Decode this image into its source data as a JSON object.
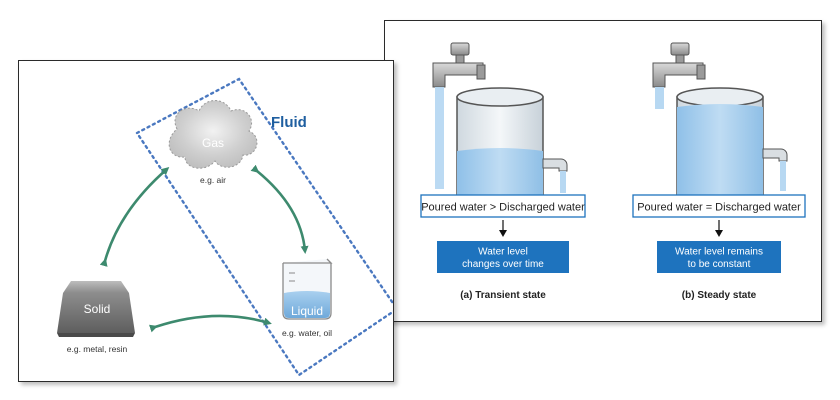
{
  "left": {
    "fluid_label": "Fluid",
    "gas_label": "Gas",
    "gas_example": "e.g. air",
    "liquid_label": "Liquid",
    "liquid_example": "e.g. water, oil",
    "solid_label": "Solid",
    "solid_example": "e.g. metal, resin"
  },
  "right": {
    "a": {
      "comparison": "Poured water > Discharged water",
      "result_line1": "Water level",
      "result_line2": "changes over time",
      "caption": "(a) Transient state"
    },
    "b": {
      "comparison": "Poured water = Discharged water",
      "result_line1": "Water level remains",
      "result_line2": "to be constant",
      "caption": "(b) Steady state"
    }
  },
  "colors": {
    "arrow": "#3d8a6e",
    "fluid_dash": "#4a78c0",
    "fluid_text": "#1f5fa0",
    "box_blue": "#1e73be",
    "water": "#a9d0ef"
  }
}
